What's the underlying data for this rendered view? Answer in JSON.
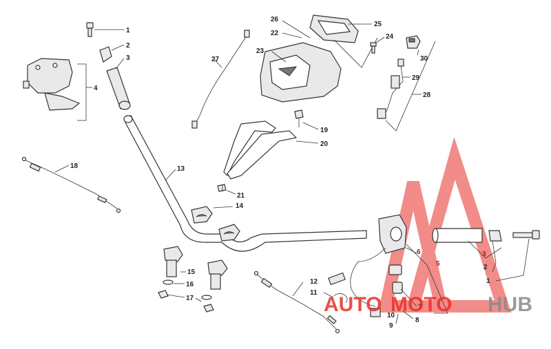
{
  "callouts": {
    "c1a": "1",
    "c2a": "2",
    "c3a": "3",
    "c4": "4",
    "c5": "5",
    "c6": "6",
    "c7": "7",
    "c8": "8",
    "c9": "9",
    "c10": "10",
    "c11": "11",
    "c12": "12",
    "c13": "13",
    "c14": "14",
    "c15": "15",
    "c16": "16",
    "c17": "17",
    "c18": "18",
    "c19": "19",
    "c20": "20",
    "c21": "21",
    "c22": "22",
    "c23": "23",
    "c24": "24",
    "c25": "25",
    "c26": "26",
    "c27": "27",
    "c28": "28",
    "c29": "29",
    "c30": "30",
    "c3b": "3",
    "c2b": "2",
    "c1b": "1"
  },
  "watermark": {
    "brand_a": "AUTO",
    "brand_b": "MOTO",
    "brand_c": "HUB",
    "color_red": "#e8302a",
    "color_gray": "#8a8a8a"
  }
}
